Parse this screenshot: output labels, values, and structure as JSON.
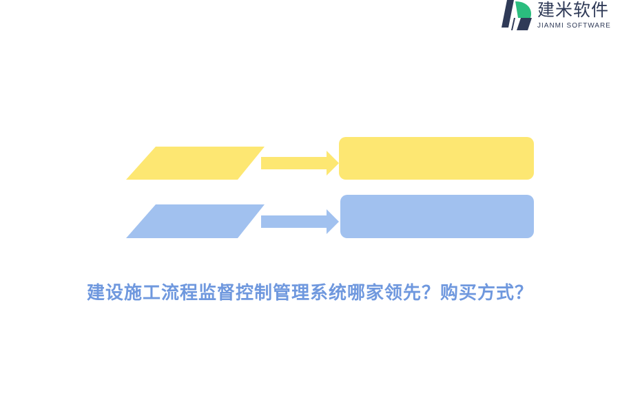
{
  "logo": {
    "name_cn": "建米软件",
    "name_en": "JIANMI SOFTWARE",
    "mark_colors": {
      "dark": "#2f3a57",
      "green": "#2bbd7e"
    }
  },
  "diagram": {
    "rows": [
      {
        "color": "#fde772"
      },
      {
        "color": "#a1c1ef"
      }
    ]
  },
  "title": "建设施工流程监督控制管理系统哪家领先？购买方式？"
}
